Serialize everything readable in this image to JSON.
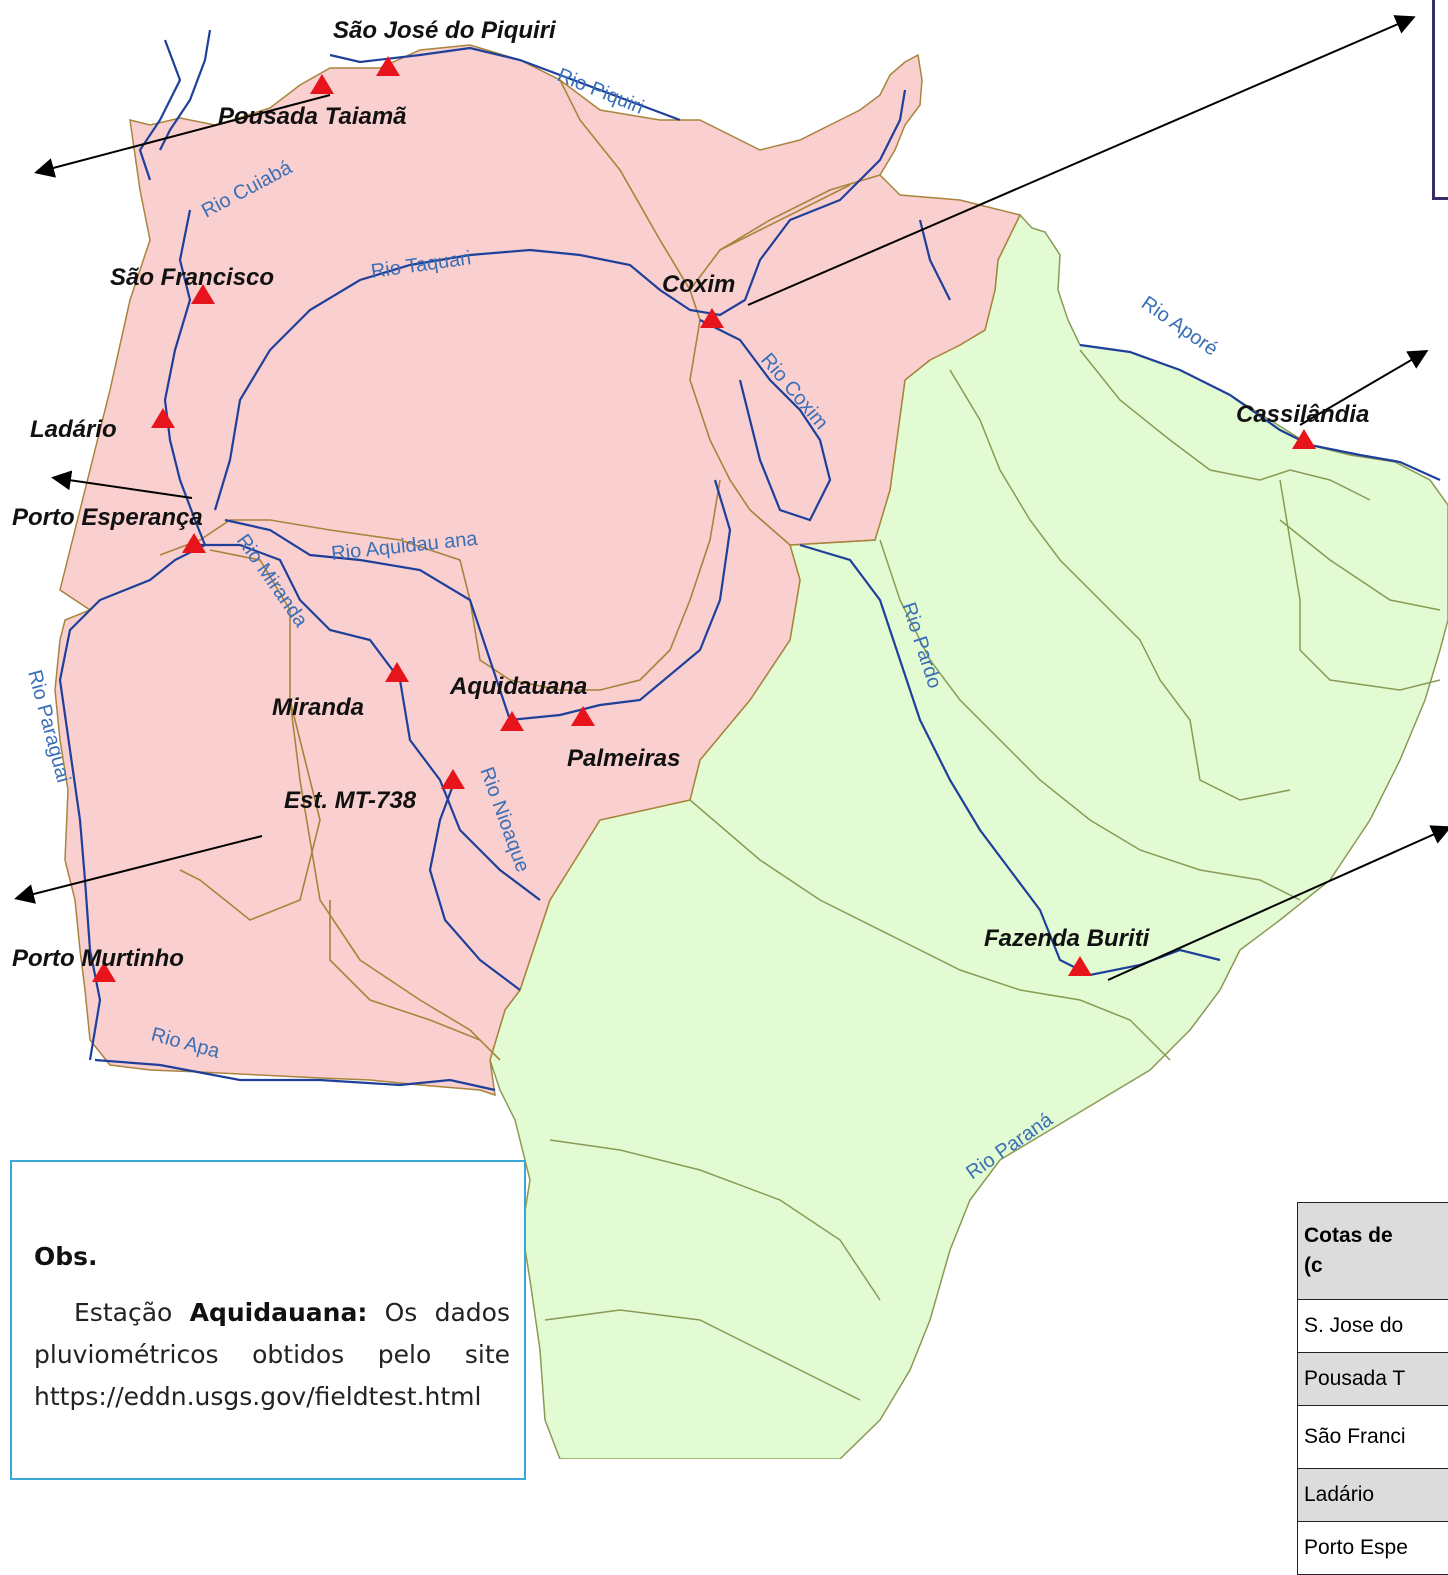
{
  "stations": [
    {
      "id": "sao-jose-do-piquiri",
      "label": "São José do Piquiri"
    },
    {
      "id": "pousada-taiama",
      "label": "Pousada Taiamã"
    },
    {
      "id": "sao-francisco",
      "label": "São Francisco"
    },
    {
      "id": "ladario",
      "label": "Ladário"
    },
    {
      "id": "porto-esperanca",
      "label": "Porto Esperança"
    },
    {
      "id": "coxim",
      "label": "Coxim"
    },
    {
      "id": "cassilandia",
      "label": "Cassilândia"
    },
    {
      "id": "miranda",
      "label": "Miranda"
    },
    {
      "id": "aquidauana",
      "label": "Aquidauana"
    },
    {
      "id": "palmeiras",
      "label": "Palmeiras"
    },
    {
      "id": "est-mt-738",
      "label": "Est. MT-738"
    },
    {
      "id": "fazenda-buriti",
      "label": "Fazenda Buriti"
    },
    {
      "id": "porto-murtinho",
      "label": "Porto Murtinho"
    }
  ],
  "rivers": [
    {
      "id": "rio-piquiri",
      "label": "Rio Piquiri"
    },
    {
      "id": "rio-cuiaba",
      "label": "Rio Cuiabá"
    },
    {
      "id": "rio-taquari",
      "label": "Rio Taquari"
    },
    {
      "id": "rio-coxim",
      "label": "Rio Coxim"
    },
    {
      "id": "rio-apore",
      "label": "Rio Aporé"
    },
    {
      "id": "rio-aquidauana",
      "label": "Rio Aquidau ana"
    },
    {
      "id": "rio-miranda",
      "label": "Rio Miranda"
    },
    {
      "id": "rio-paraguai",
      "label": "Rio Paraguai"
    },
    {
      "id": "rio-pardo",
      "label": "Rio Pardo"
    },
    {
      "id": "rio-nioaque",
      "label": "Rio Nioaque"
    },
    {
      "id": "rio-apa",
      "label": "Rio Apa"
    },
    {
      "id": "rio-parana",
      "label": "Rio Paraná"
    }
  ],
  "colors": {
    "pantanal_basin": "#f9cfcf",
    "parana_basin": "#e2fbd2",
    "river": "#1e3f9a",
    "basin_border": "#a8843c",
    "station_marker": "#e8141c"
  },
  "obs": {
    "title": "Obs.",
    "text_prefix": "Estação ",
    "text_station": "Aquidauana:",
    "text_body": " Os dados pluviométricos obtidos pelo site https://eddn.usgs.gov/fieldtest.html"
  },
  "table": {
    "header": "Cotas de\n(c",
    "rows": [
      "S. Jose do",
      "Pousada T",
      "São Franci",
      "Ladário",
      "Porto Espe"
    ]
  }
}
